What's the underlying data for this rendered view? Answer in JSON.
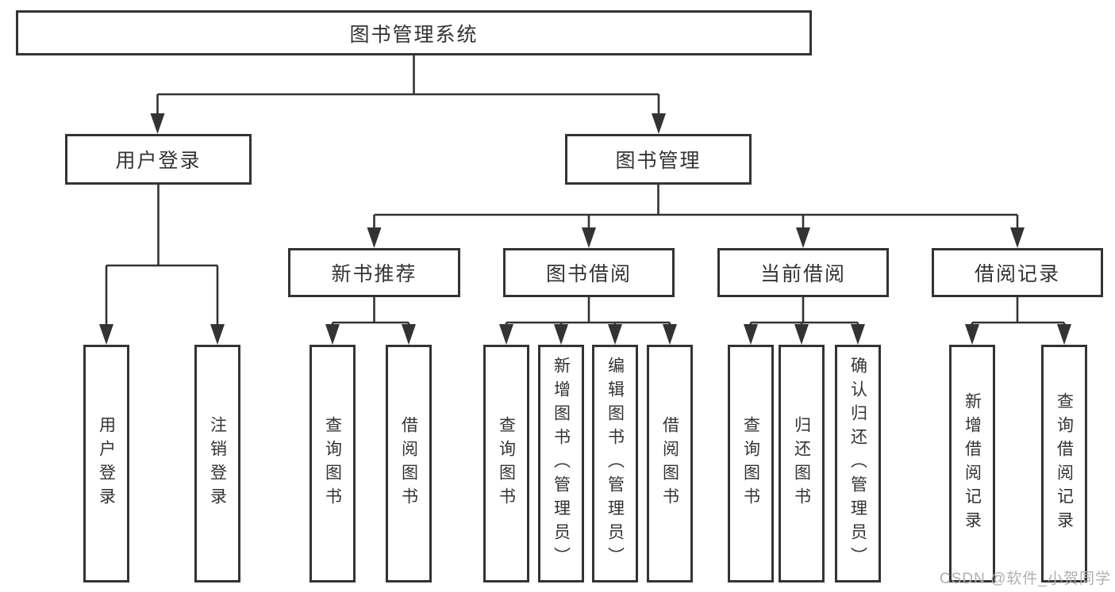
{
  "colors": {
    "line": "#333333",
    "text": "#333333",
    "background": "#ffffff",
    "watermark": "#b0b0b0"
  },
  "diagram": {
    "root": "图书管理系统",
    "level2": [
      {
        "label": "用户登录",
        "children": [
          "用户登录",
          "注销登录"
        ]
      },
      {
        "label": "图书管理",
        "children": [
          {
            "label": "新书推荐",
            "children": [
              "查询图书",
              "借阅图书"
            ]
          },
          {
            "label": "图书借阅",
            "children": [
              "查询图书",
              "新增图书（管理员）",
              "编辑图书（管理员）",
              "借阅图书"
            ]
          },
          {
            "label": "当前借阅",
            "children": [
              "查询图书",
              "归还图书",
              "确认归还（管理员）"
            ]
          },
          {
            "label": "借阅记录",
            "children": [
              "新增借阅记录",
              "查询借阅记录"
            ]
          }
        ]
      }
    ]
  },
  "watermark": {
    "text": "CSDN @软件_小贺同学"
  }
}
